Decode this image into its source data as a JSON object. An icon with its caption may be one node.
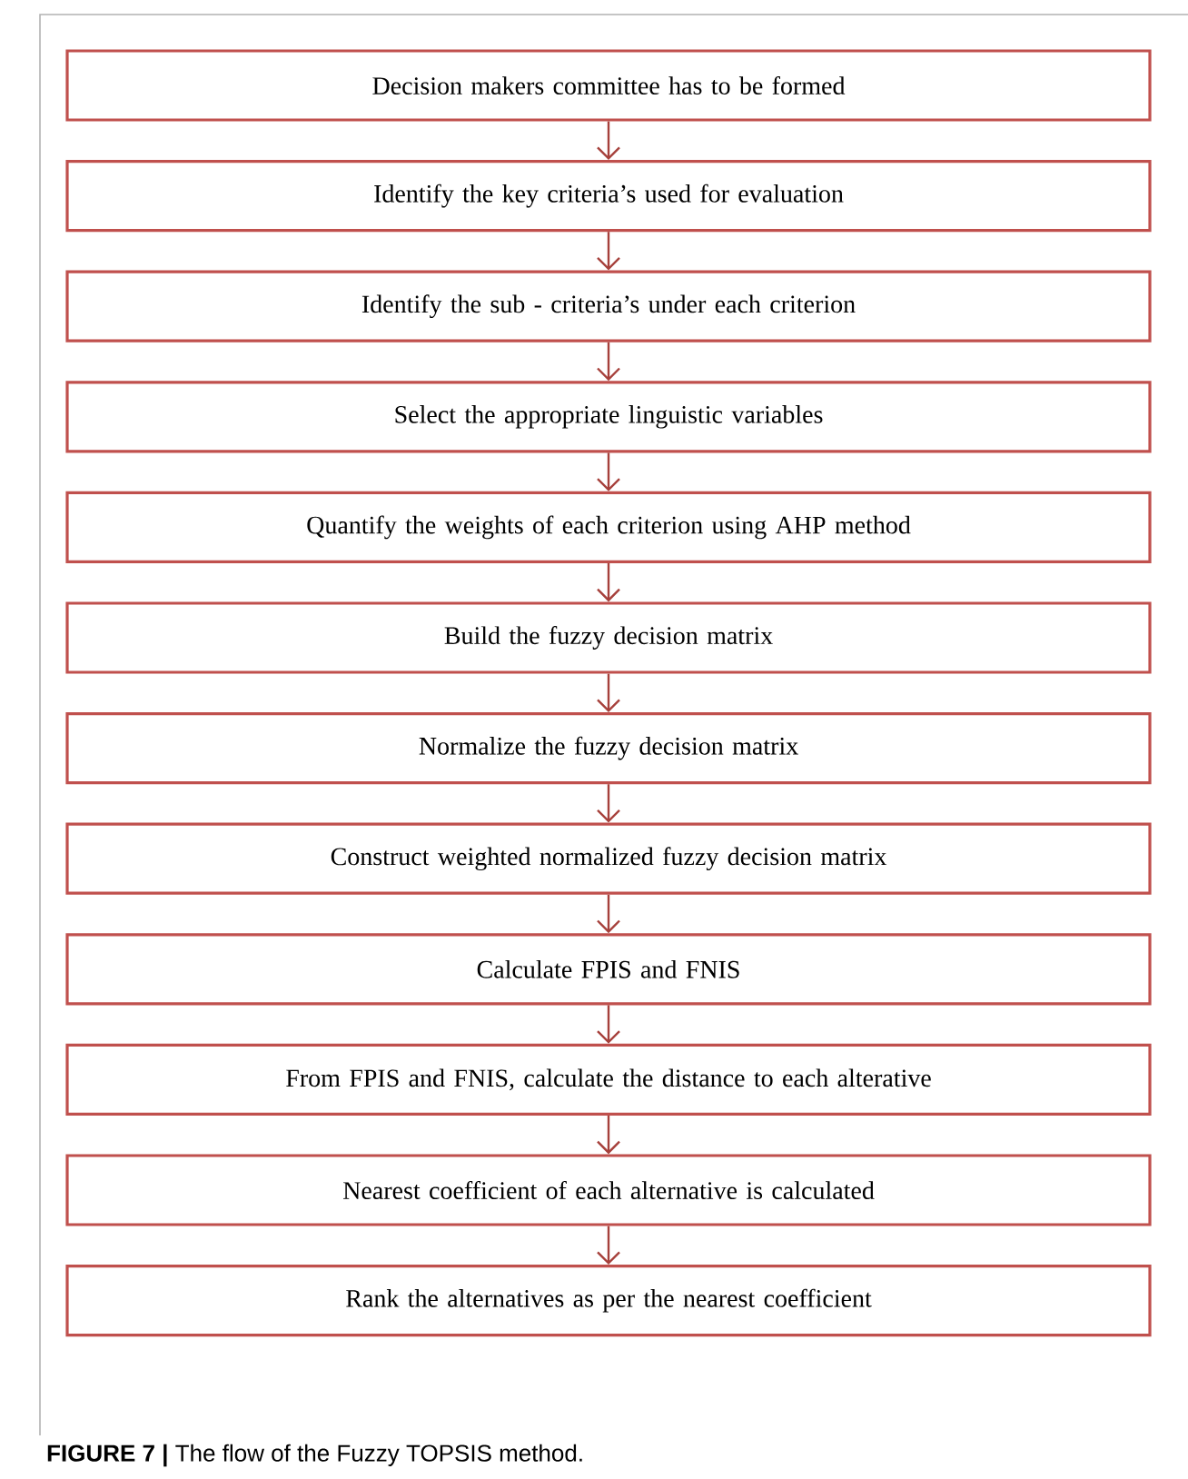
{
  "diagram": {
    "caption": "**FIGURE 7 |** The flow of the Fuzzy TOPSIS method.",
    "nodes": [
      {
        "text": [
          "Decision makers committee has to be formed"
        ]
      },
      {
        "text": [
          "Identify the key criteria’s used for evaluation"
        ]
      },
      {
        "text": [
          "Identify the sub - criteria’s under each criterion"
        ]
      },
      {
        "text": [
          "Select the appropriate linguistic variables"
        ]
      },
      {
        "text": [
          "Quantify the weights of each criterion using AHP method"
        ]
      },
      {
        "text": [
          "Build the fuzzy decision matrix"
        ]
      },
      {
        "text": [
          "Normalize the fuzzy decision matrix"
        ]
      },
      {
        "text": [
          "Construct weighted normalized fuzzy decision matrix"
        ]
      },
      {
        "text": [
          "Calculate FPIS and FNIS"
        ]
      },
      {
        "text": [
          "From FPIS and FNIS, calculate the distance to each alterative"
        ]
      },
      {
        "text": [
          "Nearest coefficient of each alternative is calculated"
        ]
      },
      {
        "text": [
          "Rank the alternatives as per the nearest coefficient"
        ]
      }
    ],
    "edges": [
      {
        "from": 0,
        "to": 1,
        "arrow": "to"
      },
      {
        "from": 1,
        "to": 2,
        "arrow": "to"
      },
      {
        "from": 2,
        "to": 3,
        "arrow": "to"
      },
      {
        "from": 3,
        "to": 4,
        "arrow": "to"
      },
      {
        "from": 4,
        "to": 5,
        "arrow": "to"
      },
      {
        "from": 5,
        "to": 6,
        "arrow": "to"
      },
      {
        "from": 6,
        "to": 7,
        "arrow": "to"
      },
      {
        "from": 7,
        "to": 8,
        "arrow": "to"
      },
      {
        "from": 8,
        "to": 9,
        "arrow": "to"
      },
      {
        "from": 9,
        "to": 10,
        "arrow": "to"
      },
      {
        "from": 10,
        "to": 11,
        "arrow": "to"
      }
    ]
  }
}
